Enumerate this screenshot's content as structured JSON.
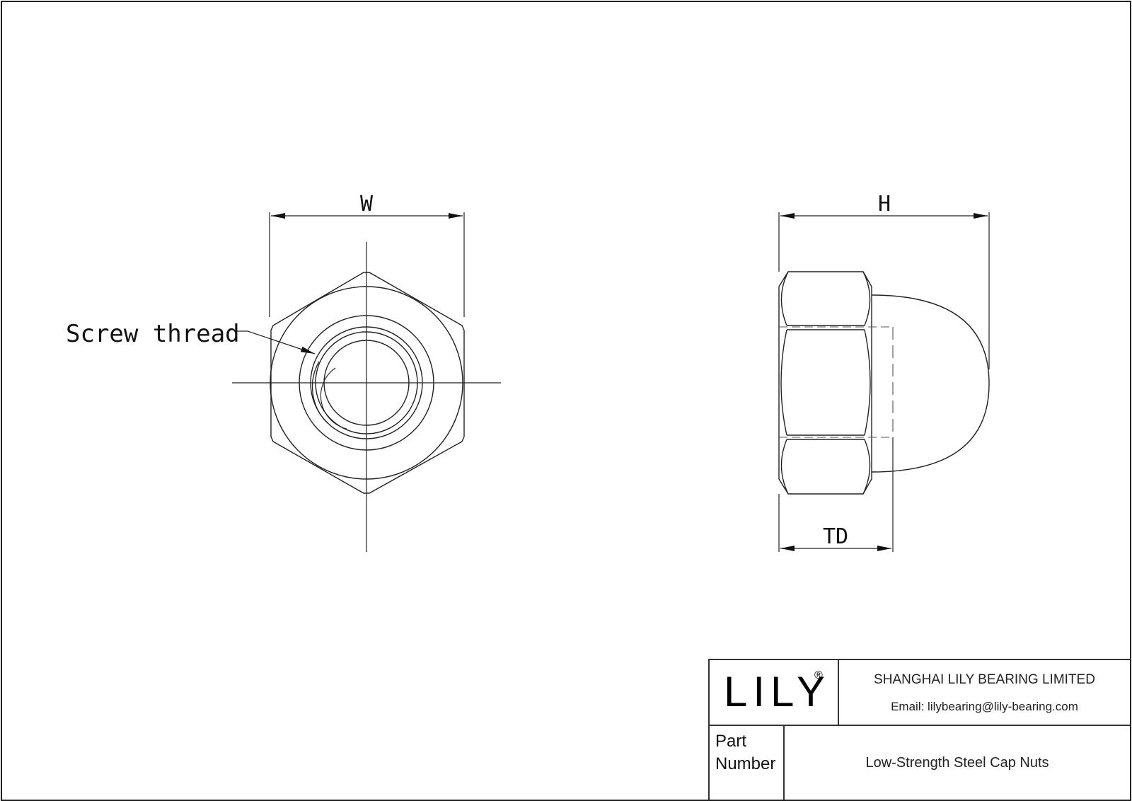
{
  "drawing": {
    "front_view": {
      "dimension_label": "W",
      "callout_label": "Screw thread"
    },
    "side_view": {
      "height_label": "H",
      "thread_depth_label": "TD"
    },
    "line_color": "#222222"
  },
  "title_block": {
    "logo_text": "LILY",
    "logo_registered_mark": "®",
    "company_name": "SHANGHAI LILY BEARING LIMITED",
    "email": "Email: lilybearing@lily-bearing.com",
    "part_label_line1": "Part",
    "part_label_line2": "Number",
    "part_value": "Low-Strength Steel Cap Nuts"
  }
}
